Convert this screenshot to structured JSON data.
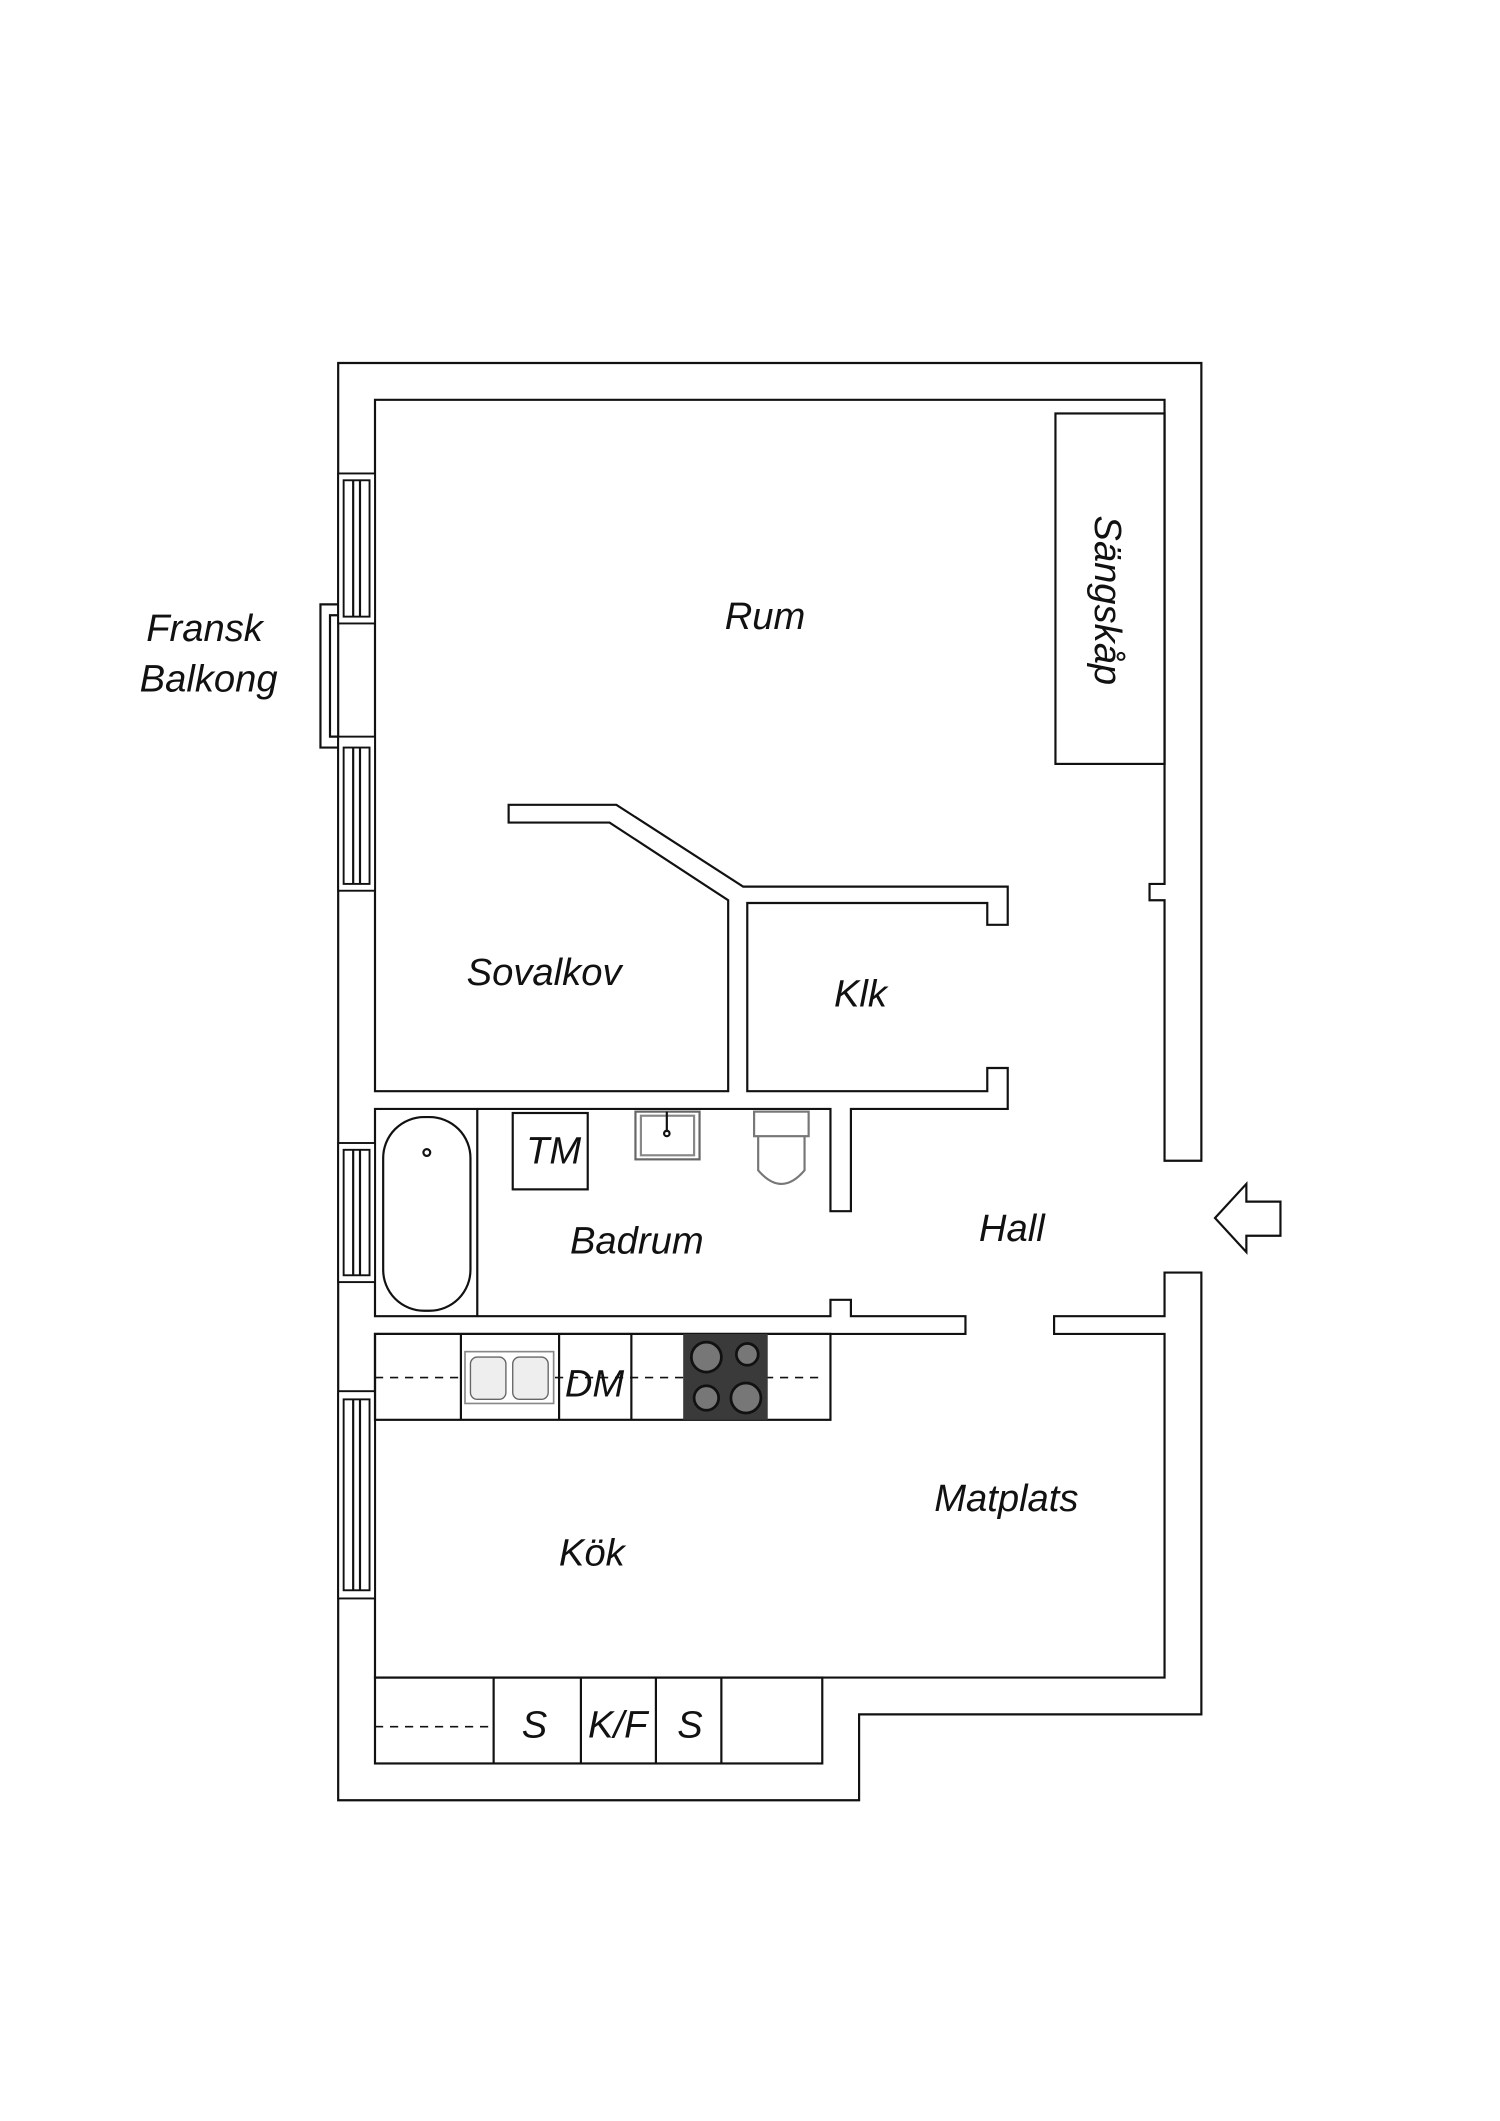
{
  "floor_plan": {
    "labels": {
      "balcony_line1": "Fransk",
      "balcony_line2": "Balkong",
      "rum": "Rum",
      "sangskap": "Sängskåp",
      "sovalkov": "Sovalkov",
      "klk": "Klk",
      "tm": "TM",
      "badrum": "Badrum",
      "hall": "Hall",
      "dm": "DM",
      "matplats": "Matplats",
      "kok": "Kök",
      "s1": "S",
      "kf": "K/F",
      "s2": "S"
    },
    "icons": [
      "entrance-arrow-icon",
      "bathtub-icon",
      "washbasin-icon",
      "toilet-icon",
      "double-sink-icon",
      "stove-icon",
      "window-icon"
    ],
    "colors": {
      "line": "#111111",
      "stove": "#3a3a3a"
    }
  }
}
